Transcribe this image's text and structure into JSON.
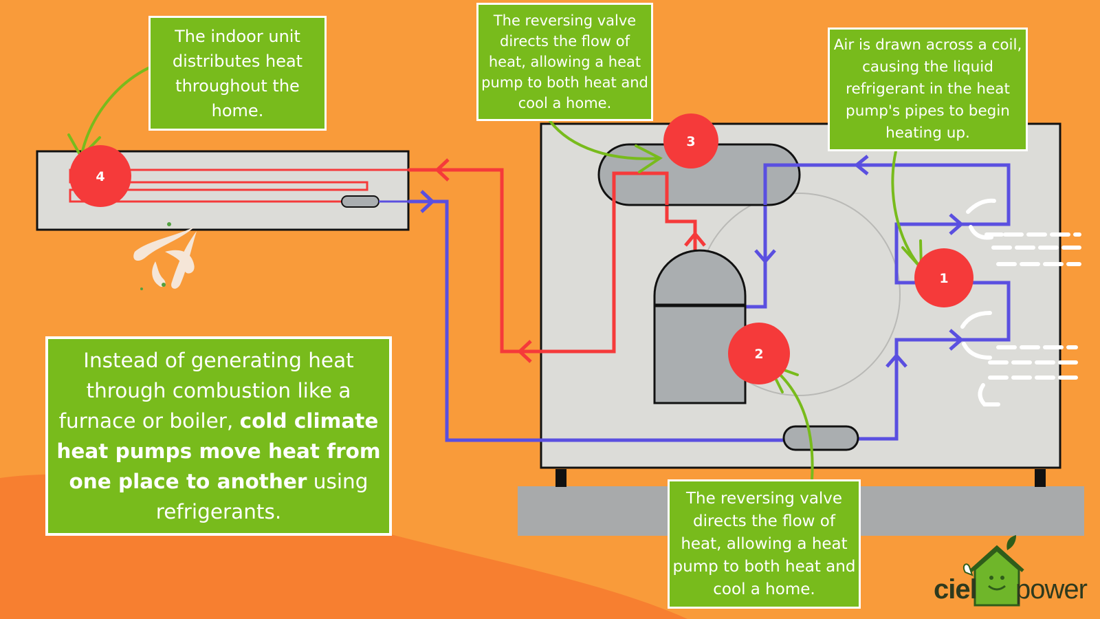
{
  "colors": {
    "background": "#f99b3a",
    "callout_green": "#78bb1c",
    "hot_line": "#f53a3a",
    "cold_line": "#5a4fe0",
    "unit_body": "#dcdcd8",
    "component_gray": "#aaaeb0",
    "badge_red": "#f53a3a"
  },
  "callouts": {
    "indoor": [
      "The indoor unit",
      "distributes heat",
      "throughout the",
      "home."
    ],
    "valve_top": [
      "The reversing valve",
      "directs the flow of",
      "heat, allowing a heat",
      "pump to both heat and",
      "cool a home."
    ],
    "coil": [
      "Air is drawn across a coil,",
      "causing the liquid",
      "refrigerant in the heat",
      "pump's pipes to begin",
      "heating up."
    ],
    "valve_bottom": [
      "The reversing valve",
      "directs the flow of",
      "heat, allowing a heat",
      "pump to both heat and",
      "cool a home."
    ],
    "main": {
      "line1": "Instead of generating heat",
      "line2": "through combustion like a",
      "line3_normal": "furnace or boiler, ",
      "line3_bold": "cold climate",
      "line4_bold": "heat pumps move heat from",
      "line5_bold": "one place to another",
      "line5_normal": " using",
      "line6": "refrigerants."
    }
  },
  "badges": {
    "one": "1",
    "two": "2",
    "three": "3",
    "four": "4"
  },
  "icons": {
    "air_flow": "air-flow-icon",
    "logo": "ciel-power-logo"
  },
  "logo": {
    "word1": "ciel",
    "word2": "power"
  }
}
